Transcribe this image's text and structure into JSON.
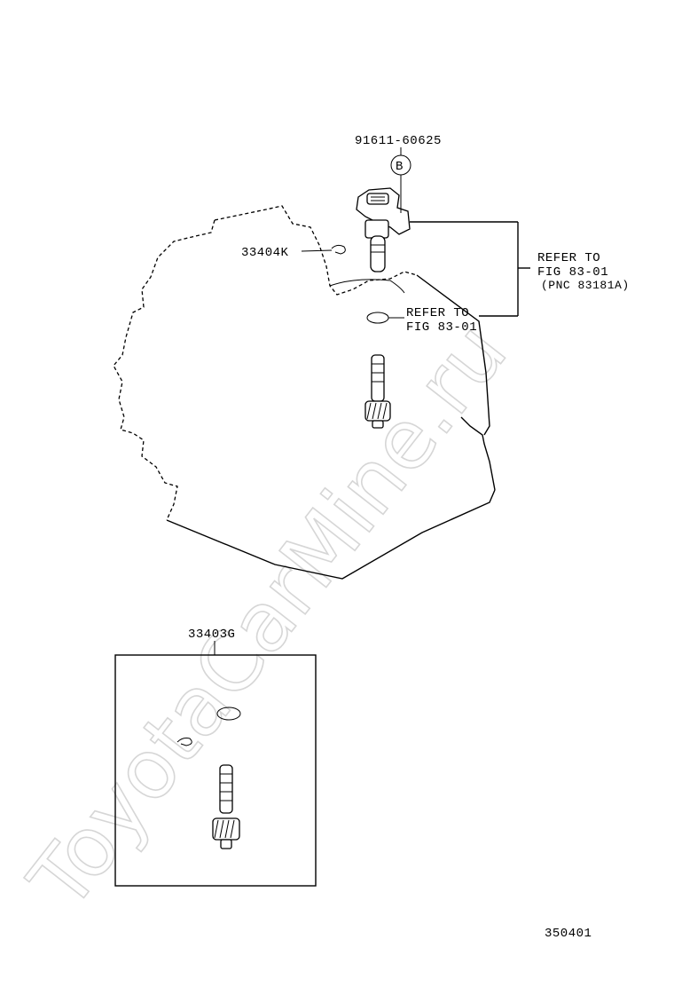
{
  "watermark": "ToyotaCarMine.ru",
  "labels": {
    "sensor_part": "91611-60625",
    "circle_ref": "B",
    "clip_part": "33404K",
    "refer1_line1": "REFER TO",
    "refer1_line2": "FIG 83-01",
    "refer1_line3": "(PNC 83181A)",
    "refer2_line1": "REFER TO",
    "refer2_line2": "FIG 83-01",
    "kit_part": "33403G",
    "figure_number": "350401"
  }
}
